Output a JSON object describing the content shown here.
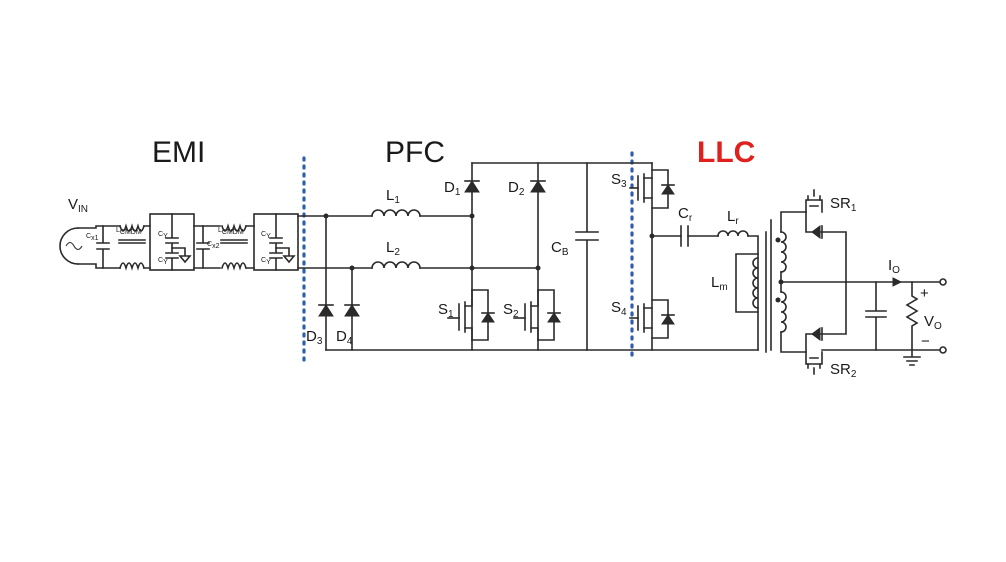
{
  "sections": {
    "emi": "EMI",
    "pfc": "PFC",
    "llc": "LLC",
    "llc_color": "#e0201c"
  },
  "separator_color": "#2f5fb0",
  "labels": {
    "vin": {
      "main": "V",
      "sub": "IN"
    },
    "cx1": {
      "main": "C",
      "sub": "x1"
    },
    "lcmdm": {
      "main": "L",
      "sub": "CMDM"
    },
    "cy_a": {
      "main": "C",
      "sub": "Y"
    },
    "cx2": {
      "main": "C",
      "sub": "x2"
    },
    "lcm": {
      "main": "L",
      "sub": "CMDM"
    },
    "cy_b": {
      "main": "C",
      "sub": "Y"
    },
    "cy_c": {
      "main": "C",
      "sub": "Y"
    },
    "cy_d": {
      "main": "C",
      "sub": "Y"
    },
    "l1": {
      "main": "L",
      "sub": "1"
    },
    "l2": {
      "main": "L",
      "sub": "2"
    },
    "d1": {
      "main": "D",
      "sub": "1"
    },
    "d2": {
      "main": "D",
      "sub": "2"
    },
    "d3": {
      "main": "D",
      "sub": "3"
    },
    "d4": {
      "main": "D",
      "sub": "4"
    },
    "s1": {
      "main": "S",
      "sub": "1"
    },
    "s2": {
      "main": "S",
      "sub": "2"
    },
    "cb": {
      "main": "C",
      "sub": "B"
    },
    "s3": {
      "main": "S",
      "sub": "3"
    },
    "s4": {
      "main": "S",
      "sub": "4"
    },
    "cr": {
      "main": "C",
      "sub": "r"
    },
    "lr": {
      "main": "L",
      "sub": "r"
    },
    "lm": {
      "main": "L",
      "sub": "m"
    },
    "sr1": {
      "main": "SR",
      "sub": "1"
    },
    "sr2": {
      "main": "SR",
      "sub": "2"
    },
    "io": {
      "main": "I",
      "sub": "O"
    },
    "vo": {
      "main": "V",
      "sub": "O"
    },
    "plus": "+",
    "minus": "−"
  }
}
